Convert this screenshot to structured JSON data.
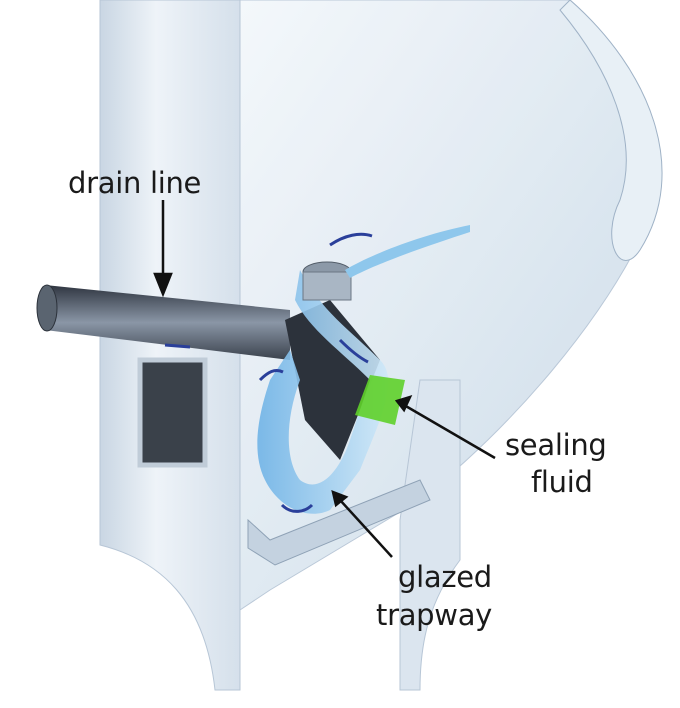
{
  "labels": {
    "drain_line": "drain line",
    "sealing_fluid_1": "sealing",
    "sealing_fluid_2": "fluid",
    "glazed_trapway_1": "glazed",
    "glazed_trapway_2": "trapway"
  },
  "colors": {
    "panel": "#dfe8f1",
    "water": "#8ec7ec",
    "seal": "#5fd02a",
    "pipe": "#4b5360",
    "flow_arrow": "#2a3f9a"
  }
}
